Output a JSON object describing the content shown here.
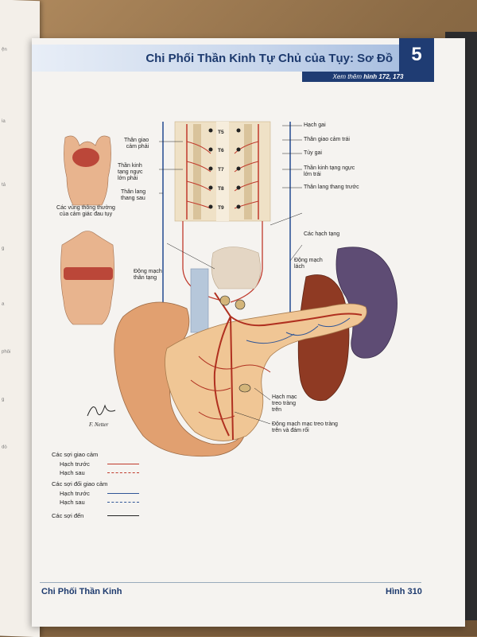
{
  "header": {
    "title": "Chi Phối Thần Kinh Tự Chủ của Tụy: Sơ Đồ",
    "chapter_number": "5",
    "see_also_prefix": "Xem thêm ",
    "see_also_refs": "hình 172, 173"
  },
  "figure": {
    "referred_pain_label": "Các vùng thông thường\ncủa cảm giác đau tụy",
    "vertebra_labels": [
      "T5",
      "T6",
      "T7",
      "T8",
      "T9"
    ],
    "left_labels": {
      "right_sympathetic_trunk": "Thân giao\ncảm phải",
      "right_greater_splanchnic": "Thần kinh\ntạng ngực\nlớn phải",
      "posterior_vagal_trunk": "Thân lang\nthang sau",
      "celiac_trunk": "Động mạch\nthân tạng"
    },
    "right_labels": {
      "spinal_ganglion": "Hạch gai",
      "left_sympathetic_trunk": "Thân giao cảm trái",
      "spinal_cord": "Tủy gai",
      "left_greater_splanchnic": "Thần kinh tạng ngực\nlớn trái",
      "anterior_vagal_trunk": "Thân lang thang trước",
      "celiac_ganglia": "Các hạch tạng",
      "splenic_artery": "Động mạch\nlách",
      "superior_mesenteric_ganglion": "Hạch mạc\ntreo tràng\ntrên",
      "superior_mesenteric_artery": "Động mạch mạc treo tràng\ntrên và đám rối"
    },
    "signature": "F. Netter"
  },
  "legend": {
    "sympathetic_title": "Các sợi giao cảm",
    "parasympathetic_title": "Các sợi đối giao cảm",
    "preganglionic": "Hạch trước",
    "postganglionic": "Hạch sau",
    "afferent": "Các sợi đến",
    "colors": {
      "sympathetic": "#c0392b",
      "parasympathetic": "#2f5597",
      "afferent": "#222222"
    }
  },
  "footer": {
    "section": "Chi Phối Thần Kinh",
    "figure_ref": "Hình 310"
  },
  "left_page_fragments": [
    "ện",
    "ia",
    "tá",
    "g",
    "a",
    "phôi",
    "g",
    "dò"
  ]
}
